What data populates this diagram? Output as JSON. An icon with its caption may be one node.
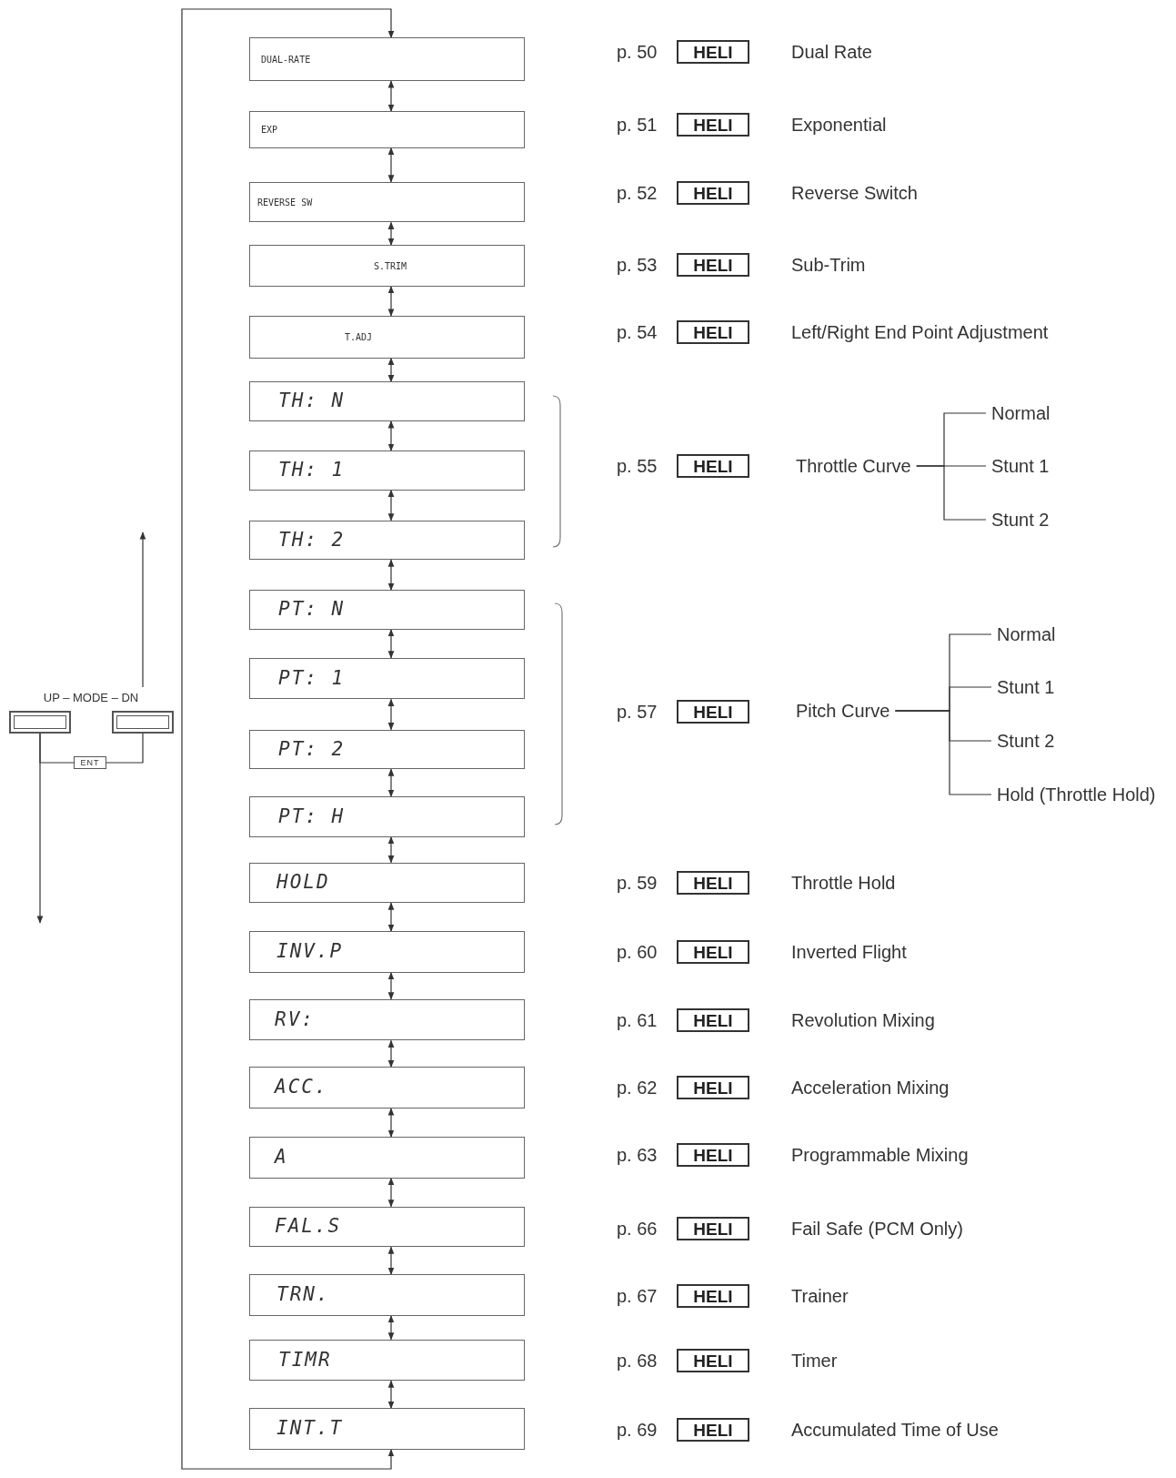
{
  "diagram": {
    "nodes": [
      {
        "text": [
          "DUAL-RATE"
        ]
      },
      {
        "text": [
          "EXP"
        ]
      },
      {
        "text": [
          "REVERSE SW"
        ]
      },
      {
        "text": [
          "S.TRIM"
        ]
      },
      {
        "text": [
          "T.ADJ"
        ]
      },
      {
        "text": [
          "TH: N"
        ]
      },
      {
        "text": [
          "TH: 1"
        ]
      },
      {
        "text": [
          "TH: 2"
        ]
      },
      {
        "text": [
          "PT: N"
        ]
      },
      {
        "text": [
          "PT: 1"
        ]
      },
      {
        "text": [
          "PT: 2"
        ]
      },
      {
        "text": [
          "PT: H"
        ]
      },
      {
        "text": [
          "HOLD"
        ]
      },
      {
        "text": [
          "INV.P"
        ]
      },
      {
        "text": [
          "RV:"
        ]
      },
      {
        "text": [
          "ACC."
        ]
      },
      {
        "text": [
          "A"
        ]
      },
      {
        "text": [
          "FAL.S"
        ]
      },
      {
        "text": [
          "TRN."
        ]
      },
      {
        "text": [
          "TIMR"
        ]
      },
      {
        "text": [
          "INT.T"
        ]
      },
      {
        "text": [],
        "shape": "box"
      },
      {
        "text": [],
        "shape": "box"
      },
      {
        "text": [
          "ENT"
        ]
      },
      {
        "text": [
          "HELI"
        ]
      },
      {
        "text": [
          "HELI"
        ]
      },
      {
        "text": [
          "HELI"
        ]
      },
      {
        "text": [
          "HELI"
        ]
      },
      {
        "text": [
          "HELI"
        ]
      },
      {
        "text": [
          "HELI"
        ]
      },
      {
        "text": [
          "HELI"
        ]
      },
      {
        "text": [
          "HELI"
        ]
      },
      {
        "text": [
          "HELI"
        ]
      },
      {
        "text": [
          "HELI"
        ]
      },
      {
        "text": [
          "HELI"
        ]
      },
      {
        "text": [
          "HELI"
        ]
      },
      {
        "text": [
          "HELI"
        ]
      },
      {
        "text": [
          "HELI"
        ]
      },
      {
        "text": [
          "HELI"
        ]
      },
      {
        "text": [
          "HELI"
        ]
      },
      {
        "text": [
          "Throttle Curve"
        ]
      },
      {
        "text": [
          "Normal"
        ]
      },
      {
        "text": [
          "Stunt 1"
        ]
      },
      {
        "text": [
          "Stunt 2"
        ]
      },
      {
        "text": [
          "Pitch Curve"
        ]
      },
      {
        "text": [
          "Normal"
        ]
      },
      {
        "text": [
          "Stunt 1"
        ]
      },
      {
        "text": [
          "Stunt 2"
        ]
      },
      {
        "text": [
          "Hold (Throttle Hold)"
        ]
      }
    ],
    "edges": [
      {
        "from": 0,
        "to": 1,
        "arrow": "both"
      },
      {
        "from": 1,
        "to": 2,
        "arrow": "both"
      },
      {
        "from": 2,
        "to": 3,
        "arrow": "both"
      },
      {
        "from": 3,
        "to": 4,
        "arrow": "both"
      },
      {
        "from": 4,
        "to": 5,
        "arrow": "both"
      },
      {
        "from": 5,
        "to": 6,
        "arrow": "both"
      },
      {
        "from": 6,
        "to": 7,
        "arrow": "both"
      },
      {
        "from": 7,
        "to": 8,
        "arrow": "both"
      },
      {
        "from": 8,
        "to": 9,
        "arrow": "both"
      },
      {
        "from": 9,
        "to": 10,
        "arrow": "both"
      },
      {
        "from": 10,
        "to": 11,
        "arrow": "both"
      },
      {
        "from": 11,
        "to": 12,
        "arrow": "both"
      },
      {
        "from": 12,
        "to": 13,
        "arrow": "both"
      },
      {
        "from": 13,
        "to": 14,
        "arrow": "both"
      },
      {
        "from": 14,
        "to": 15,
        "arrow": "both"
      },
      {
        "from": 15,
        "to": 16,
        "arrow": "both"
      },
      {
        "from": 16,
        "to": 17,
        "arrow": "both"
      },
      {
        "from": 17,
        "to": 18,
        "arrow": "both"
      },
      {
        "from": 18,
        "to": 19,
        "arrow": "both"
      },
      {
        "from": 19,
        "to": 20,
        "arrow": "both"
      },
      {
        "from": 20,
        "to": 0,
        "arrow": "both"
      },
      {
        "from": 21,
        "to": 23,
        "arrow": "none"
      },
      {
        "from": 22,
        "to": 23,
        "arrow": "none"
      },
      {
        "from": 22,
        "to": null,
        "arrow": "to"
      },
      {
        "from": 21,
        "to": null,
        "arrow": "to"
      },
      {
        "from": 40,
        "to": 41,
        "arrow": "none"
      },
      {
        "from": 40,
        "to": 42,
        "arrow": "none"
      },
      {
        "from": 40,
        "to": 43,
        "arrow": "none"
      },
      {
        "from": 44,
        "to": 45,
        "arrow": "none"
      },
      {
        "from": 44,
        "to": 46,
        "arrow": "none"
      },
      {
        "from": 44,
        "to": 47,
        "arrow": "none"
      },
      {
        "from": 44,
        "to": 48,
        "arrow": "none"
      }
    ],
    "labels": [
      "UP – MODE – DN",
      "p. 50",
      "Dual Rate",
      "p. 51",
      "Exponential",
      "p. 52",
      "Reverse Switch",
      "p. 53",
      "Sub-Trim",
      "p. 54",
      "Left/Right End Point Adjustment",
      "p. 55",
      "p. 57",
      "p. 59",
      "Throttle Hold",
      "p. 60",
      "Inverted Flight",
      "p. 61",
      "Revolution Mixing",
      "p. 62",
      "Acceleration Mixing",
      "p. 63",
      "Programmable Mixing",
      "p. 66",
      "Fail Safe (PCM Only)",
      "p. 67",
      "Trainer",
      "p. 68",
      "Timer",
      "p. 69",
      "Accumulated Time of Use"
    ]
  }
}
